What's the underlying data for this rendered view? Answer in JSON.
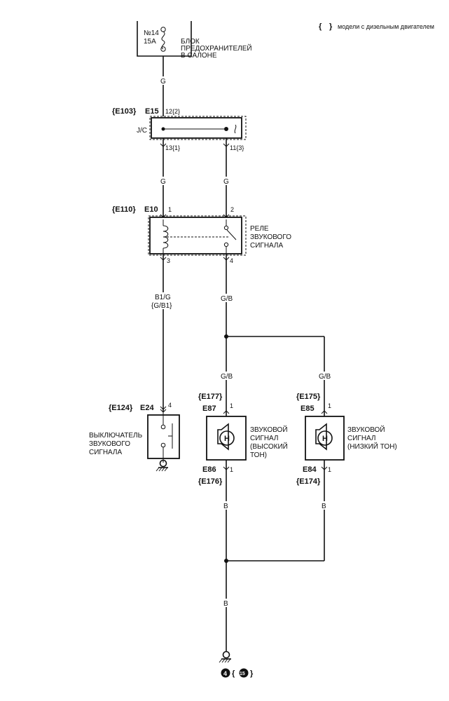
{
  "note": {
    "brace_open": "{",
    "brace_close": "}",
    "text": "модели с дизельным двигателем"
  },
  "fuse": {
    "number": "№14",
    "rating": "15A",
    "label_lines": [
      "БЛОК",
      "ПРЕДОХРАНИТЕЛЕЙ",
      "В САЛОНЕ"
    ]
  },
  "junction": {
    "alt_connector": "{E103}",
    "connector": "E15",
    "label": "J/C",
    "pin_in": "12{2}",
    "pin_out_left": "13{1}",
    "pin_out_right": "11{3}"
  },
  "relay": {
    "alt_connector": "{E110}",
    "connector": "E10",
    "pin_1": "1",
    "pin_2": "2",
    "pin_3": "3",
    "pin_4": "4",
    "label_lines": [
      "РЕЛЕ",
      "ЗВУКОВОГО",
      "СИГНАЛА"
    ]
  },
  "switch": {
    "alt_connector": "{E124}",
    "connector": "E24",
    "pin": "4",
    "label_lines": [
      "ВЫКЛЮЧАТЕЛЬ",
      "ЗВУКОВОГО",
      "СИГНАЛА"
    ]
  },
  "horn_high": {
    "alt_connector_top": "{E177}",
    "connector_top": "E87",
    "pin_top": "1",
    "connector_bottom": "E86",
    "alt_connector_bottom": "{E176}",
    "pin_bottom": "1",
    "symbol": "H",
    "label_lines": [
      "ЗВУКОВОЙ",
      "СИГНАЛ",
      "(ВЫСОКИЙ",
      "ТОН)"
    ]
  },
  "horn_low": {
    "alt_connector_top": "{E175}",
    "connector_top": "E85",
    "pin_top": "1",
    "connector_bottom": "E84",
    "alt_connector_bottom": "{E174}",
    "pin_bottom": "1",
    "symbol": "H",
    "label_lines": [
      "ЗВУКОВОЙ",
      "СИГНАЛ",
      "(НИЗКИЙ ТОН)"
    ]
  },
  "wires": {
    "fuse_to_jc": "G",
    "jc_left_to_relay": "G",
    "jc_right_to_relay": "G",
    "relay_to_switch_1": "B1/G",
    "relay_to_switch_2": "{G/B1}",
    "relay_to_horns": "G/B",
    "to_horn_high": "G/B",
    "to_horn_low": "G/B",
    "horn_high_to_ground": "B",
    "horn_low_to_ground": "B",
    "main_ground": "B"
  },
  "ground": {
    "point_a": "4",
    "point_b": "15",
    "brace_open": "{",
    "brace_close": "}"
  }
}
